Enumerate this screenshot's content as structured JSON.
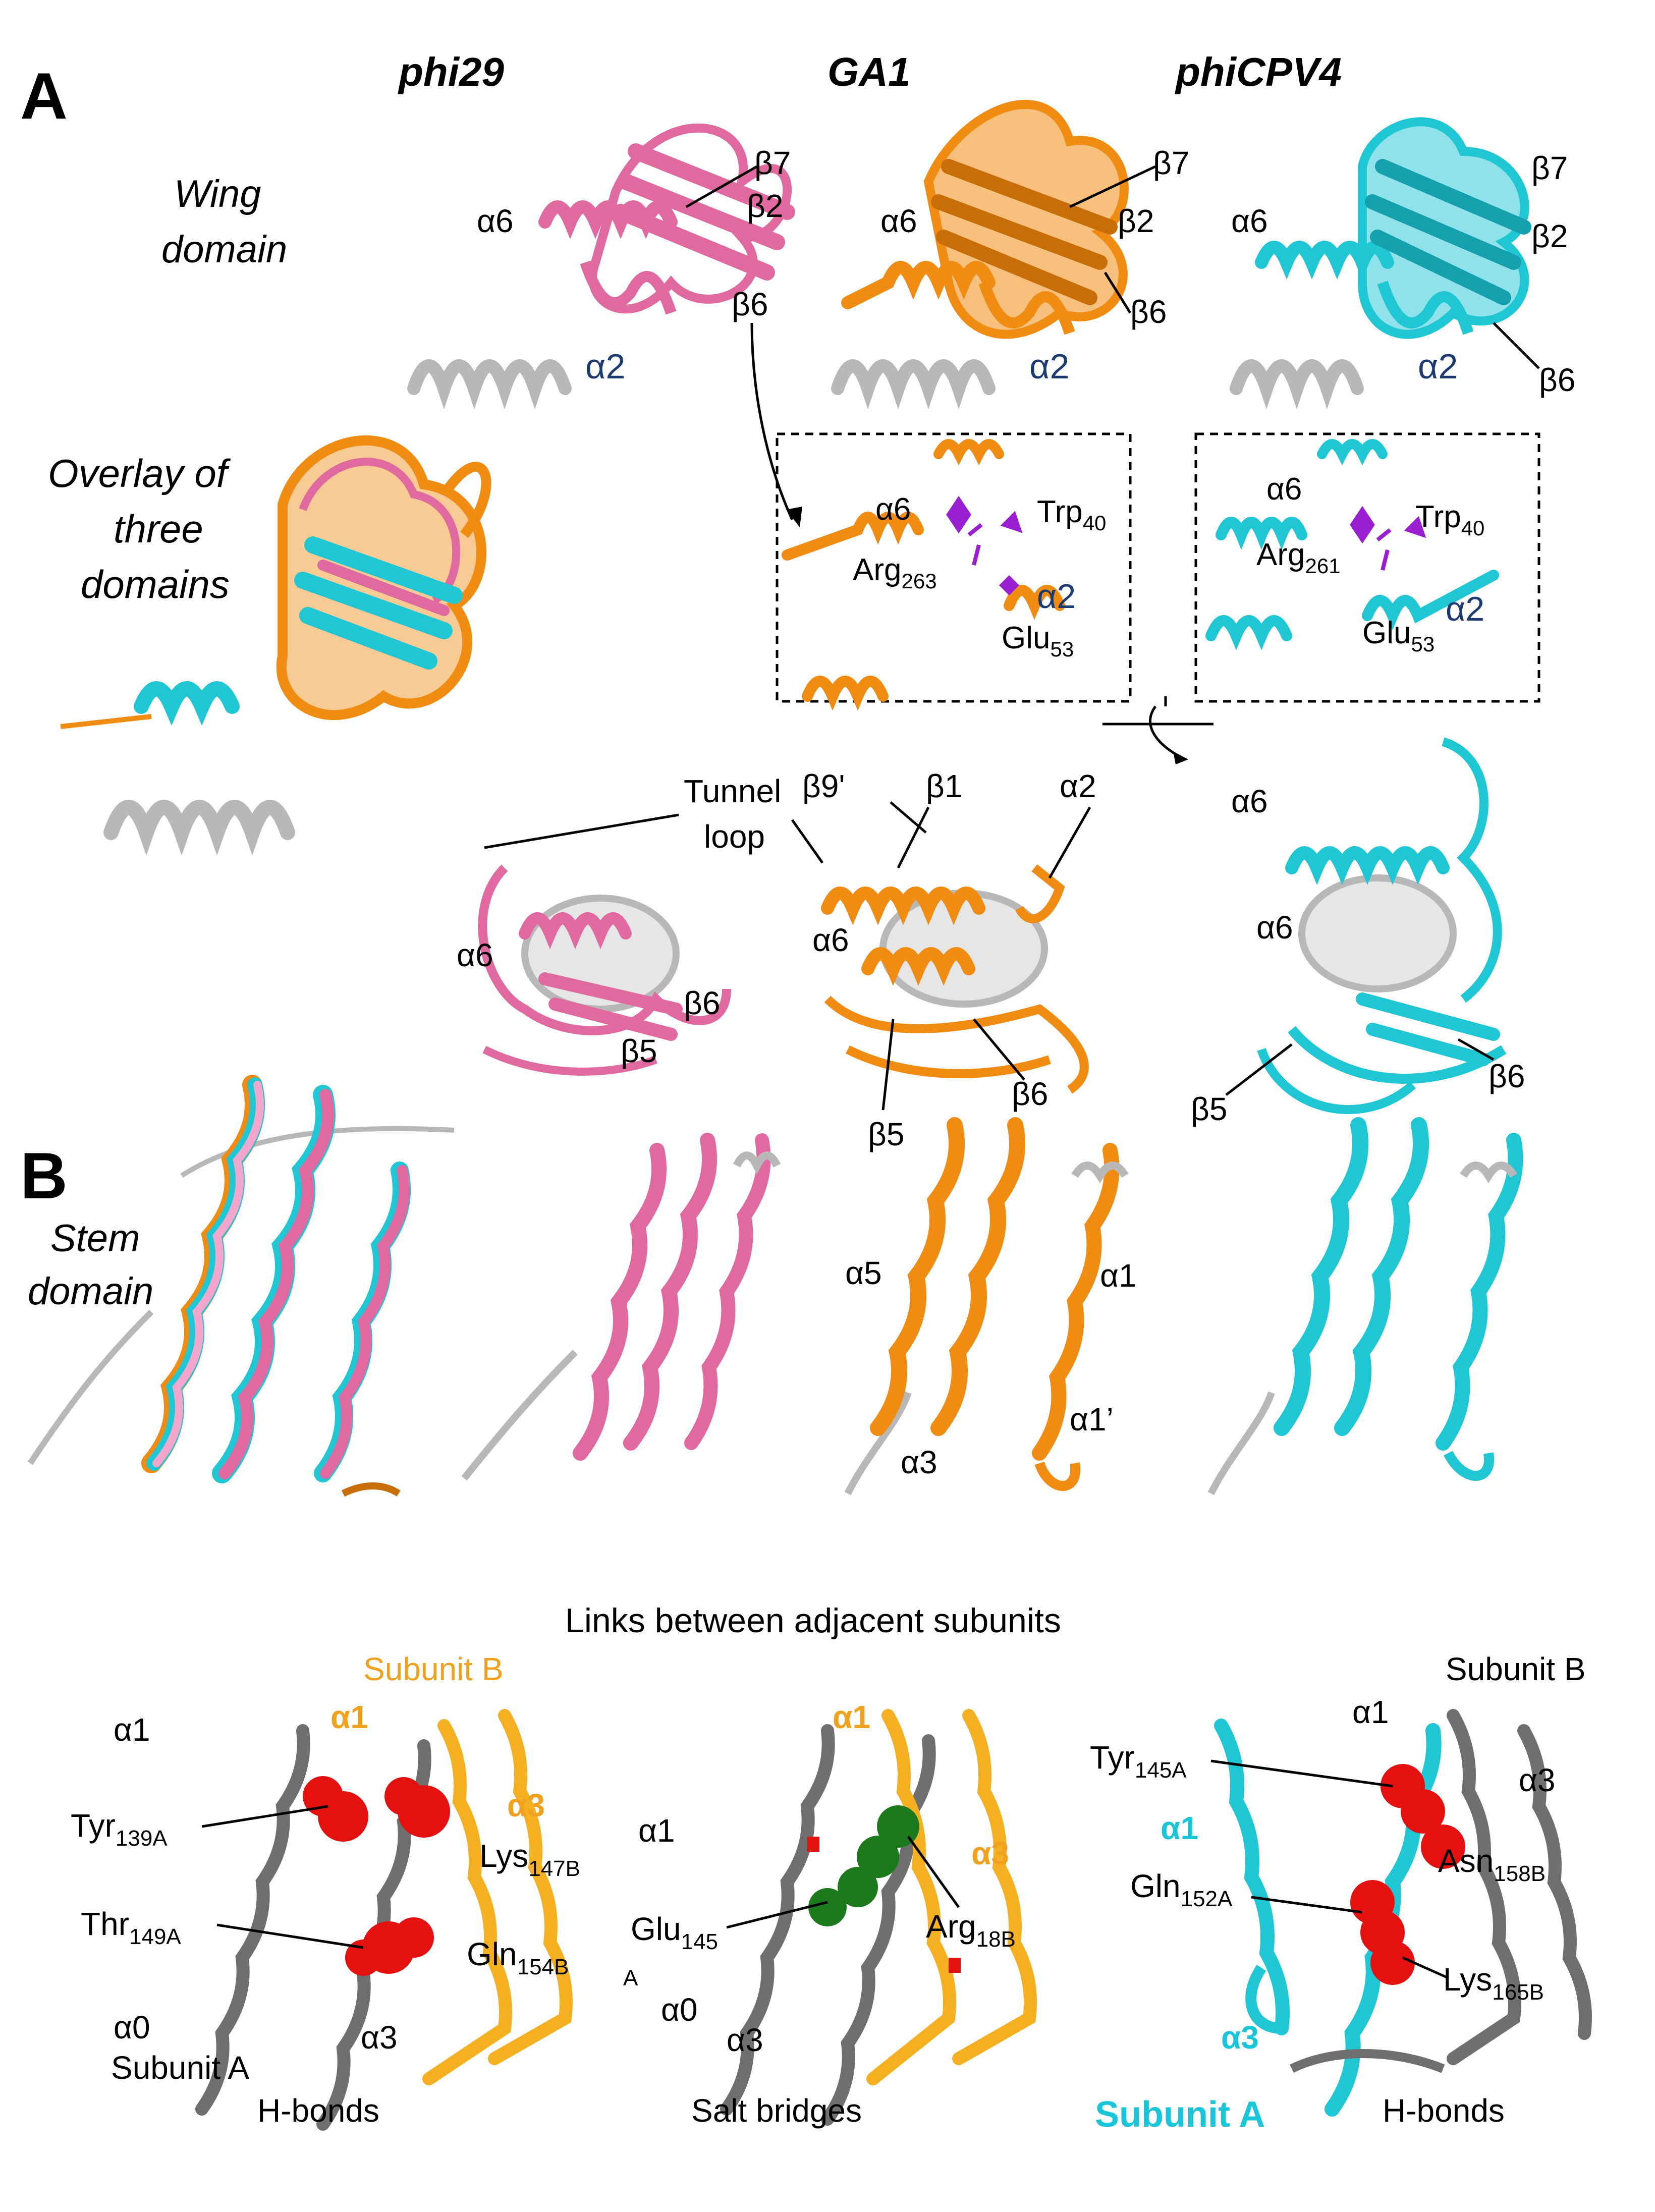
{
  "panelA": {
    "letter": "A",
    "species": [
      "phi29",
      "GA1",
      "phiCPV4"
    ],
    "wing_label": [
      "Wing",
      "domain"
    ],
    "overlay_label": [
      "Overlay of",
      "three",
      "domains"
    ],
    "top": {
      "phi29": {
        "a6": "α6",
        "b7": "β7",
        "b2": "β2",
        "b6": "β6",
        "a2": "α2"
      },
      "ga1": {
        "a6": "α6",
        "b7": "β7",
        "b2": "β2",
        "b6": "β6",
        "a2": "α2"
      },
      "cpv4": {
        "a6": "α6",
        "b7": "β7",
        "b2": "β2",
        "b6": "β6",
        "a2": "α2"
      }
    },
    "inset_ga1": {
      "a6": "α6",
      "trp": "Trp",
      "trp_sub": "40",
      "arg": "Arg",
      "arg_sub": "263",
      "a2": "α2",
      "glu": "Glu",
      "glu_sub": "53"
    },
    "inset_cpv4": {
      "a6": "α6",
      "trp": "Trp",
      "trp_sub": "40",
      "arg": "Arg",
      "arg_sub": "261",
      "a2": "α2",
      "glu": "Glu",
      "glu_sub": "53"
    },
    "bottom": {
      "tunnel": [
        "Tunnel",
        "loop"
      ],
      "phi29": {
        "a6": "α6",
        "b6": "β6",
        "b5": "β5"
      },
      "ga1": {
        "b9": "β9'",
        "b1": "β1",
        "a2": "α2",
        "a6": "α6",
        "b5": "β5",
        "b6": "β6"
      },
      "cpv4": {
        "a6a": "α6",
        "a6b": "α6",
        "b5": "β5",
        "b6": "β6"
      }
    }
  },
  "panelB": {
    "letter": "B",
    "stem_label": [
      "Stem",
      "domain"
    ],
    "ga1": {
      "a5": "α5",
      "a1": "α1",
      "a3": "α3",
      "a1p": "α1’"
    }
  },
  "links": {
    "title": "Links between adjacent subunits",
    "p1": {
      "subB": "Subunit B",
      "a1o": "α1",
      "a1g": "α1",
      "a3o": "α3",
      "tyr": "Tyr",
      "tyr_sub": "139A",
      "lys": "Lys",
      "lys_sub": "147B",
      "thr": "Thr",
      "thr_sub": "149A",
      "gln": "Gln",
      "gln_sub": "154B",
      "a0": "α0",
      "a3g": "α3",
      "subA": "Subunit A",
      "caption": "H-bonds"
    },
    "p2": {
      "a1o": "α1",
      "a1g": "α1",
      "a3o": "α3",
      "glu": "Glu",
      "glu_sub": "145",
      "stray": "A",
      "arg": "Arg",
      "arg_sub": "18B",
      "a0": "α0",
      "a3g": "α3",
      "caption": "Salt bridges"
    },
    "p3": {
      "subB": "Subunit B",
      "a1g": "α1",
      "a3g": "α3",
      "tyr": "Tyr",
      "tyr_sub": "145A",
      "a1c": "α1",
      "asn": "Asn",
      "asn_sub": "158B",
      "gln": "Gln",
      "gln_sub": "152A",
      "lys": "Lys",
      "lys_sub": "165B",
      "a3c": "α3",
      "subA": "Subunit A",
      "caption": "H-bonds"
    }
  },
  "colors": {
    "phi29": "#e0699f",
    "ga1": "#f08c12",
    "cpv4": "#1fc6d4",
    "gray": "#b8b8b8",
    "darkgray": "#6f6f6f",
    "purple": "#9a1fd0",
    "red": "#e51010",
    "green": "#1c7a1c",
    "orangeText": "#f0a21e",
    "cyanText": "#19c5d8",
    "navy": "#1d3b72",
    "yellowOrange": "#f5b021"
  }
}
